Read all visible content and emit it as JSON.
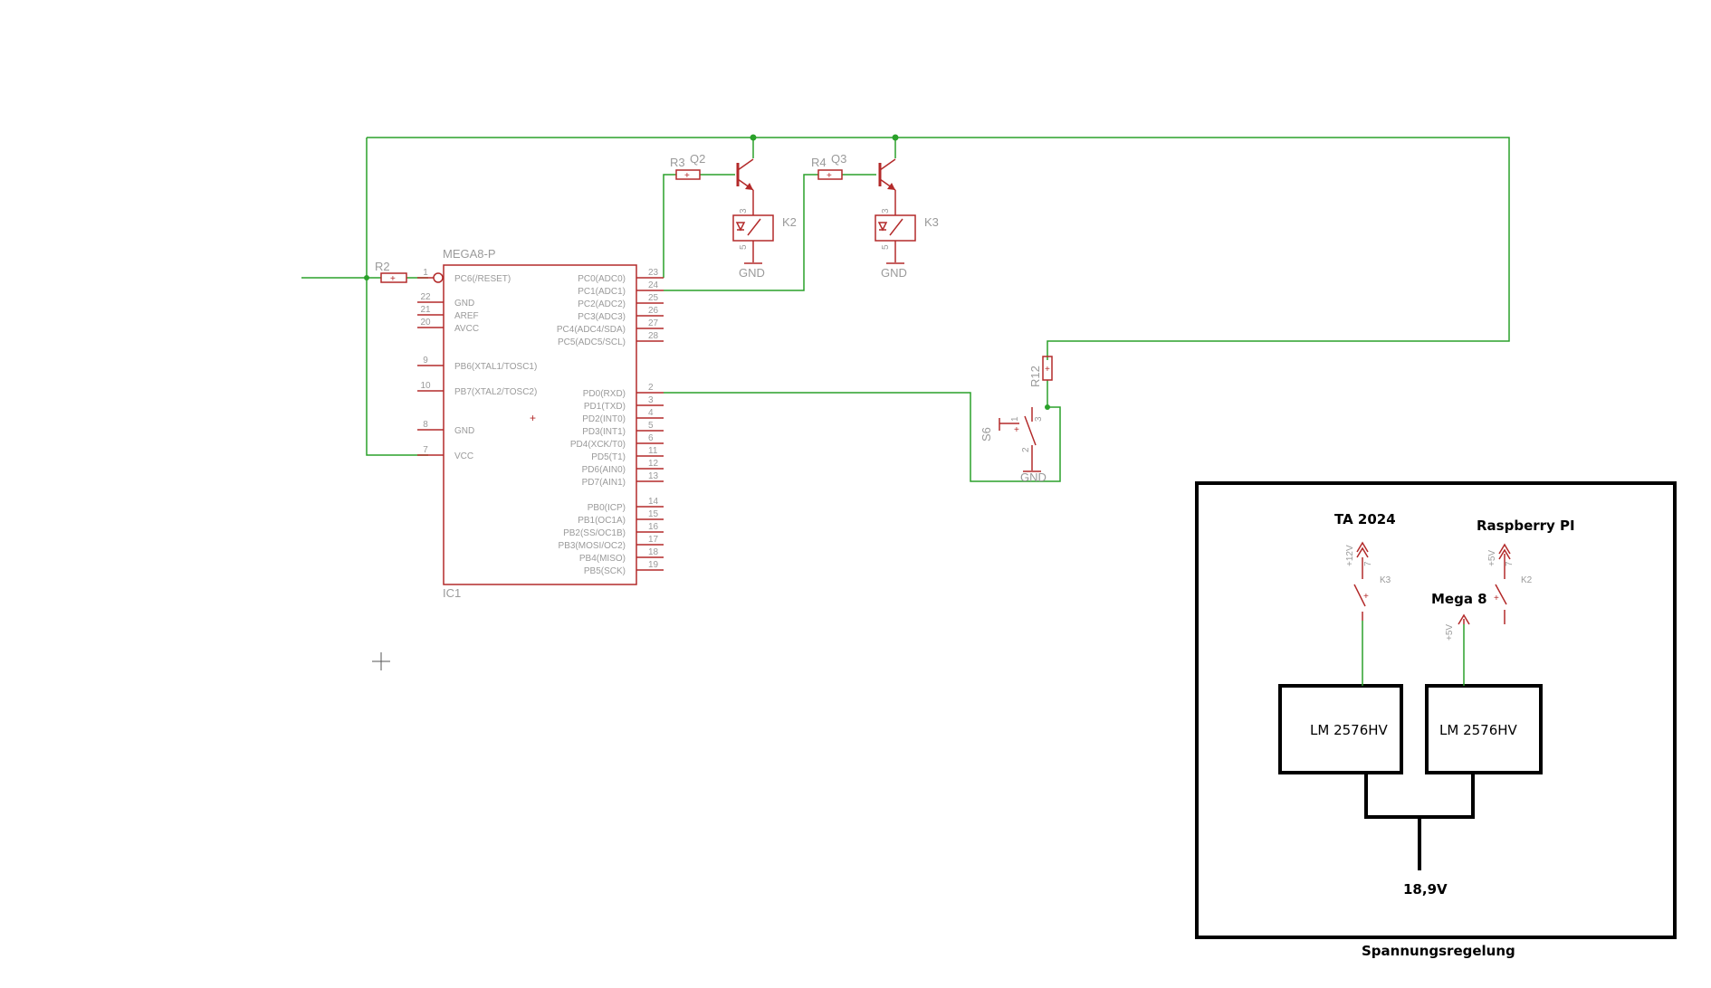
{
  "mcu": {
    "name": "MEGA8-P",
    "ref": "IC1",
    "left_pins": [
      {
        "num": "1",
        "name": "PC6(/RESET)"
      },
      {
        "num": "22",
        "name": "GND"
      },
      {
        "num": "21",
        "name": "AREF"
      },
      {
        "num": "20",
        "name": "AVCC"
      },
      {
        "num": "9",
        "name": "PB6(XTAL1/TOSC1)"
      },
      {
        "num": "10",
        "name": "PB7(XTAL2/TOSC2)"
      },
      {
        "num": "8",
        "name": "GND"
      },
      {
        "num": "7",
        "name": "VCC"
      }
    ],
    "right_pins": [
      {
        "num": "23",
        "name": "PC0(ADC0)"
      },
      {
        "num": "24",
        "name": "PC1(ADC1)"
      },
      {
        "num": "25",
        "name": "PC2(ADC2)"
      },
      {
        "num": "26",
        "name": "PC3(ADC3)"
      },
      {
        "num": "27",
        "name": "PC4(ADC4/SDA)"
      },
      {
        "num": "28",
        "name": "PC5(ADC5/SCL)"
      },
      {
        "num": "2",
        "name": "PD0(RXD)"
      },
      {
        "num": "3",
        "name": "PD1(TXD)"
      },
      {
        "num": "4",
        "name": "PD2(INT0)"
      },
      {
        "num": "5",
        "name": "PD3(INT1)"
      },
      {
        "num": "6",
        "name": "PD4(XCK/T0)"
      },
      {
        "num": "11",
        "name": "PD5(T1)"
      },
      {
        "num": "12",
        "name": "PD6(AIN0)"
      },
      {
        "num": "13",
        "name": "PD7(AIN1)"
      },
      {
        "num": "14",
        "name": "PB0(ICP)"
      },
      {
        "num": "15",
        "name": "PB1(OC1A)"
      },
      {
        "num": "16",
        "name": "PB2(SS/OC1B)"
      },
      {
        "num": "17",
        "name": "PB3(MOSI/OC2)"
      },
      {
        "num": "18",
        "name": "PB4(MISO)"
      },
      {
        "num": "19",
        "name": "PB5(SCK)"
      }
    ]
  },
  "parts": {
    "r2": "R2",
    "r3": "R3",
    "r4": "R4",
    "r12": "R12",
    "q2": "Q2",
    "q3": "Q3",
    "k2": "K2",
    "k3": "K3",
    "s6": "S6",
    "gnd": "GND"
  },
  "relay_pins": {
    "top": "3",
    "bottom": "5"
  },
  "switch_pins": {
    "p1": "1",
    "p2": "2",
    "p3": "3"
  },
  "power_box": {
    "title": "Spannungsregelung",
    "reg_left": "LM 2576HV",
    "reg_right": "LM 2576HV",
    "input": "18,9V",
    "out_ta": "TA 2024",
    "out_rpi": "Raspberry PI",
    "out_mega": "Mega 8",
    "rail_12v": "+12V",
    "rail_5v_rpi": "+5V",
    "rail_5v_mega": "+5V",
    "k3_label": "K3",
    "k2_label": "K2",
    "pin7": "7"
  }
}
